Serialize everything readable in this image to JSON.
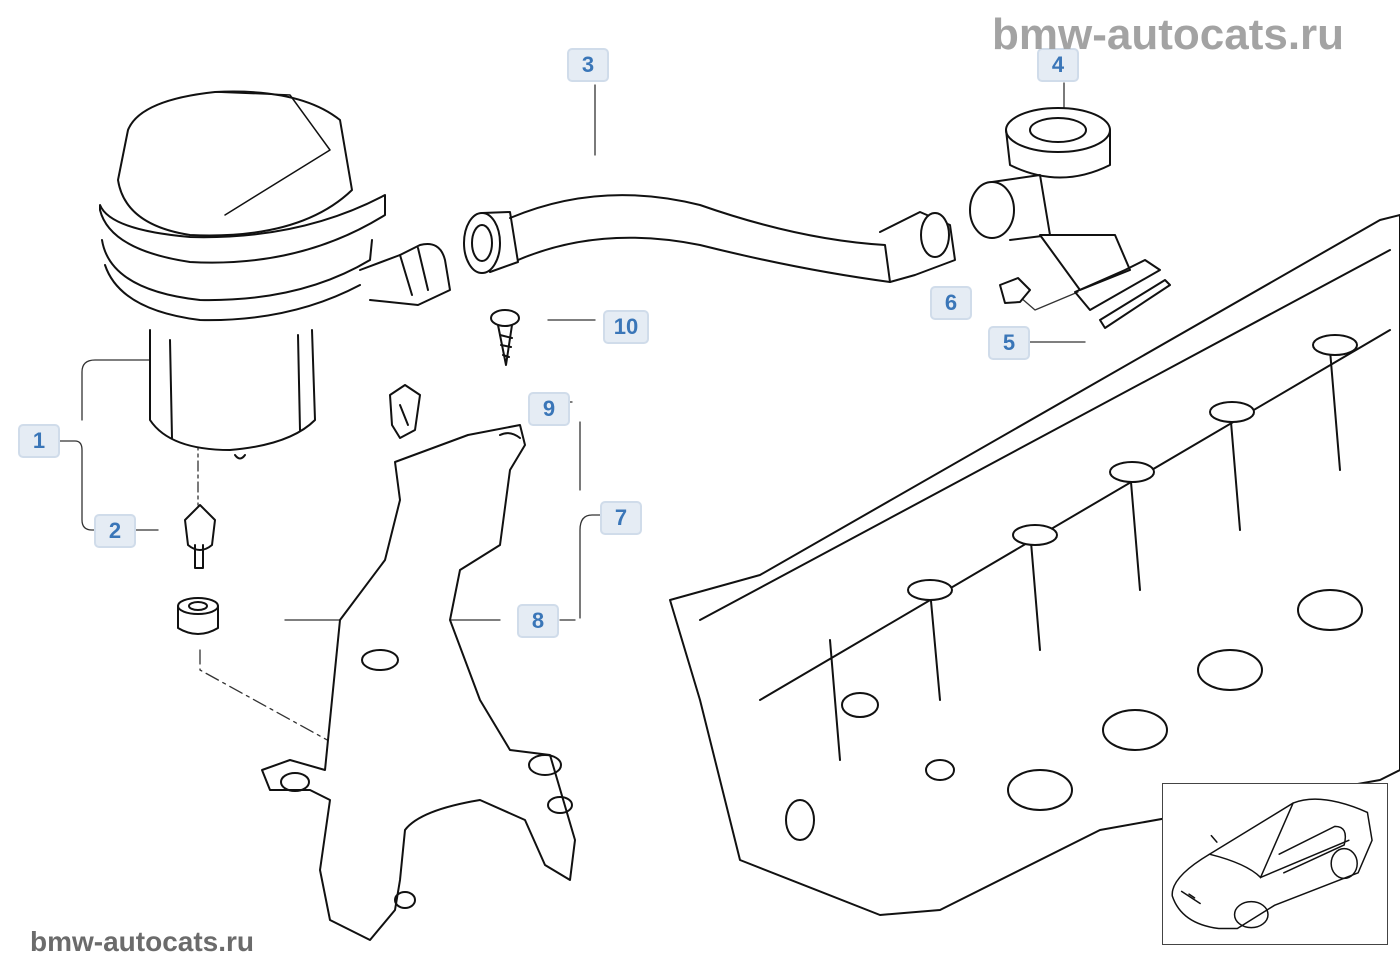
{
  "diagram": {
    "title": "Secondary air pump assembly",
    "watermarks": {
      "top": "bmw-autocats.ru",
      "bottom": "bmw-autocats.ru"
    },
    "callouts": [
      {
        "id": "1",
        "label": "1",
        "part": "secondary-air-pump"
      },
      {
        "id": "2",
        "label": "2",
        "part": "rubber-mount-stud"
      },
      {
        "id": "3",
        "label": "3",
        "part": "air-hose"
      },
      {
        "id": "4",
        "label": "4",
        "part": "secondary-air-valve"
      },
      {
        "id": "5",
        "label": "5",
        "part": "gasket"
      },
      {
        "id": "6",
        "label": "6",
        "part": "nut"
      },
      {
        "id": "7",
        "label": "7",
        "part": "bracket"
      },
      {
        "id": "8",
        "label": "8",
        "part": "grommet"
      },
      {
        "id": "9",
        "label": "9",
        "part": "clip-nut"
      },
      {
        "id": "10",
        "label": "10",
        "part": "screw"
      }
    ],
    "colors": {
      "callout_bg": "#e5ecf4",
      "callout_border": "#d0dcea",
      "callout_text": "#3a76b8",
      "watermark_top": "#a3a3a3",
      "watermark_bottom": "#6b6b6b",
      "line": "#111111"
    },
    "thumbnail": {
      "icon": "car-outline-icon"
    }
  }
}
